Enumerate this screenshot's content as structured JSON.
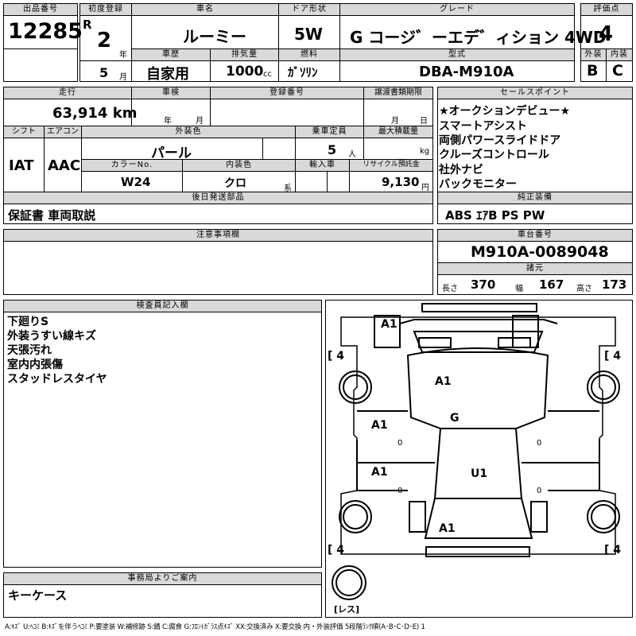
{
  "sheet": {
    "lot_header": "出品番号",
    "lot": "12285",
    "first_reg_header": "初度登録",
    "era": "R",
    "year": "2",
    "year_unit": "年",
    "month": "5",
    "month_unit": "月",
    "name_header": "車名",
    "name": "ルーミー",
    "door_header": "ドア形状",
    "door": "5W",
    "grade_header": "グレード",
    "grade": "G コージ゛ーエデ゛ィション 4WD",
    "score_header": "評価点",
    "score": "4",
    "history_header": "車歴",
    "history": "自家用",
    "displacement_header": "排気量",
    "displacement": "1000",
    "displacement_unit": "cc",
    "fuel_header": "燃料",
    "fuel": "ｶﾞｿﾘﾝ",
    "model_header": "型式",
    "model": "DBA-M910A",
    "ext_header": "外装",
    "ext": "B",
    "int_header": "内装",
    "int": "C",
    "mileage_header": "走行",
    "mileage": "63,914 km",
    "inspection_header": "車検",
    "insp_year": "年",
    "insp_month": "月",
    "regno_header": "登録番号",
    "transfer_header": "譲渡書類期限",
    "transfer_month": "月",
    "transfer_day": "日",
    "sales_header": "セールスポイント",
    "sales_points": [
      "★オークションデビュー★",
      "スマートアシスト",
      "両側パワースライドドア",
      "クルーズコントロール",
      "社外ナビ",
      "バックモニター"
    ],
    "shift_header": "シフト",
    "shift": "IAT",
    "ac_header": "エアコン",
    "ac": "AAC",
    "color_header": "外装色",
    "color": "パール",
    "capacity_header": "乗車定員",
    "capacity": "5",
    "capacity_unit": "人",
    "load_header": "最大積載量",
    "load_unit": "kg",
    "colorno_header": "カラーNo.",
    "colorno": "W24",
    "interior_color_header": "内装色",
    "interior_color": "クロ",
    "interior_color_unit": "系",
    "import_header": "輸入車",
    "recycle_header": "リサイクル預託金",
    "recycle": "9,130",
    "recycle_unit": "円",
    "later_header": "後日発送部品",
    "later": "保証書 車両取説",
    "equipment_header": "純正装備",
    "equipment": "ABS ｴｱB PS PW",
    "notes_header": "注意事項欄",
    "chassis_header": "車台番号",
    "chassis": "M910A-0089048",
    "specs_header": "諸元",
    "length_label": "長さ",
    "length": "370",
    "width_label": "幅",
    "width": "167",
    "height_label": "高さ",
    "height": "173",
    "inspector_header": "検査員記入欄",
    "inspector_notes": [
      "下廻りS",
      "外装うすい線キズ",
      "天張汚れ",
      "室内内張傷",
      "スタッドレスタイヤ"
    ],
    "office_header": "事務局よりご案内",
    "office": "キーケース",
    "legend": "A:ｷｽﾞ U:ﾍｺﾐ B:ｷｽﾞを伴うﾍｺﾐ P:要塗装 W:補修跡 S:錆 C:腐食 G:ﾌﾛﾝﾄｶﾞﾗｽ点ｷｽﾞ XX:交換済み X:要交換 内・外装評価 5段階ﾗﾝｸ順(A･B･C･D･E) 1"
  },
  "diagram": {
    "marks": [
      "A1",
      "A1",
      "G",
      "A1",
      "U1",
      "A1",
      "A1"
    ],
    "tires": [
      "4",
      "4",
      "4",
      "4"
    ],
    "spare": "レス",
    "zeros": [
      "0",
      "0",
      "0",
      "0"
    ]
  }
}
